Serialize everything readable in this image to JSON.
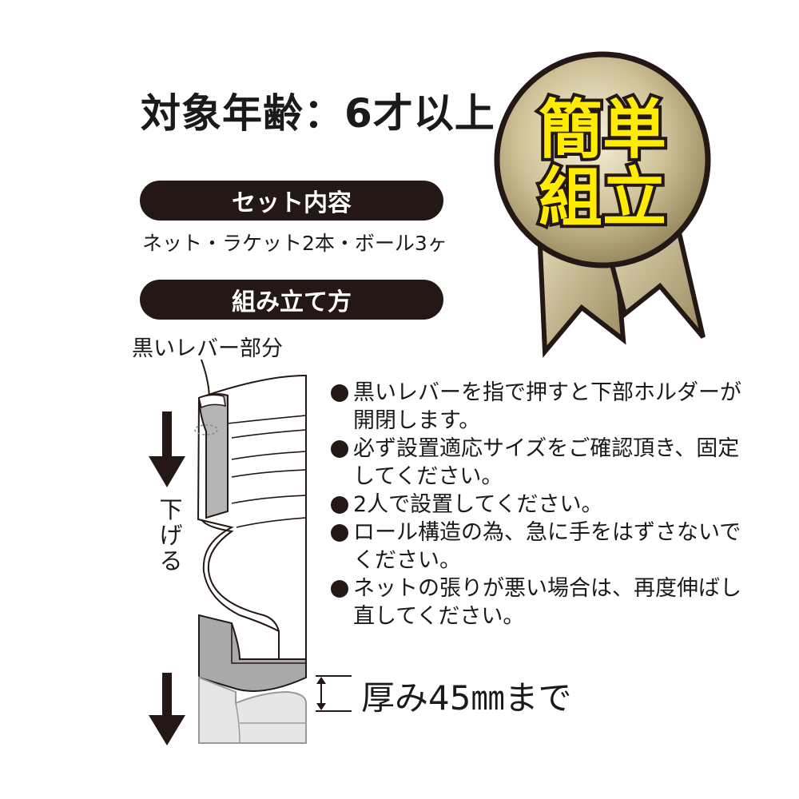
{
  "age_label": "対象年齢：6才以上",
  "badge": {
    "line1": "簡単",
    "line2": "組立",
    "gold_color": "#c9b98a",
    "text_color": "#ffec00"
  },
  "set_contents": {
    "heading": "セット内容",
    "text": "ネット・ラケット2本・ボール3ヶ"
  },
  "assembly": {
    "heading": "組み立て方",
    "lever_label": "黒いレバー部分",
    "lower_label": "下げる",
    "thickness_label": "厚み45㎜まで"
  },
  "steps": [
    "黒いレバーを指で押すと下部ホルダーが開閉します。",
    "必ず設置適応サイズをご確認頂き、固定してください。",
    "2人で設置してください。",
    "ロール構造の為、急に手をはずさないでください。",
    "ネットの張りが悪い場合は、再度伸ばし直してください。"
  ]
}
